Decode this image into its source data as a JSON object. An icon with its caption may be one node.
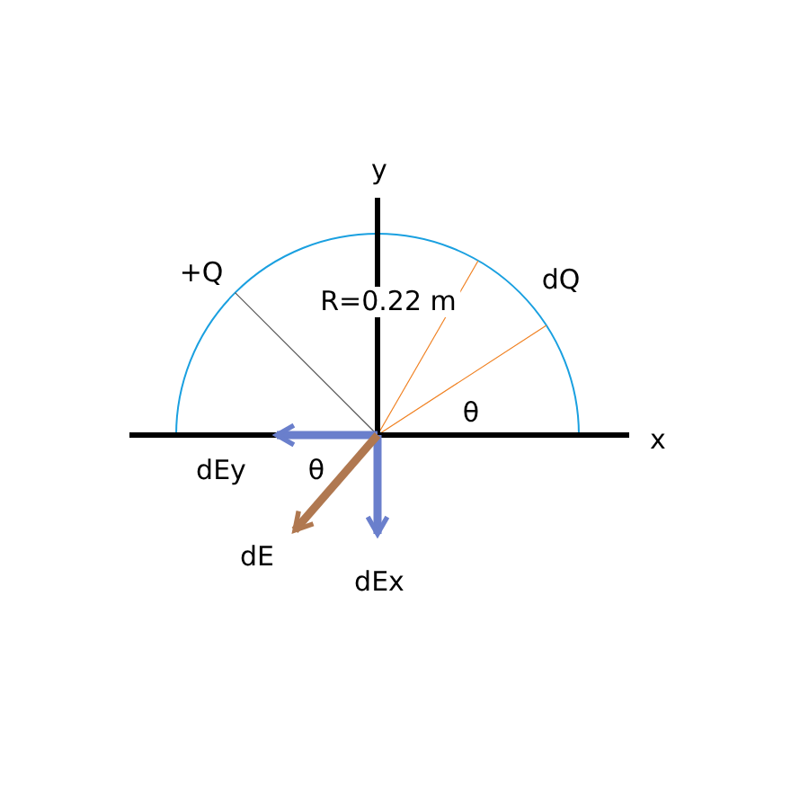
{
  "diagram": {
    "labels": [
      "y",
      "+Q",
      "R=0.22 m",
      "dQ",
      "θ",
      "x",
      "dEy",
      "θ",
      "dE",
      "dEx"
    ]
  }
}
